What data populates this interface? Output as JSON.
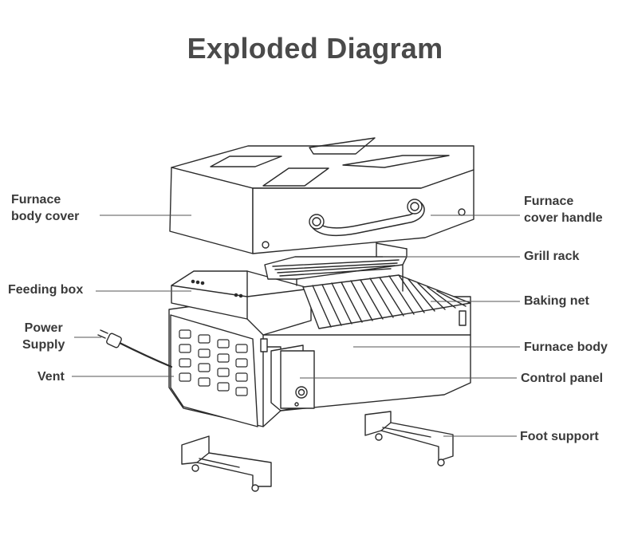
{
  "title": "Exploded Diagram",
  "labels": {
    "furnace_body_cover": [
      "Furnace",
      "body cover"
    ],
    "feeding_box": "Feeding box",
    "power_supply": [
      "Power",
      "Supply"
    ],
    "vent": "Vent",
    "furnace_cover_handle": [
      "Furnace",
      "cover handle"
    ],
    "grill_rack": "Grill rack",
    "baking_net": "Baking net",
    "furnace_body": "Furnace body",
    "control_panel": "Control panel",
    "foot_support": "Foot support"
  }
}
